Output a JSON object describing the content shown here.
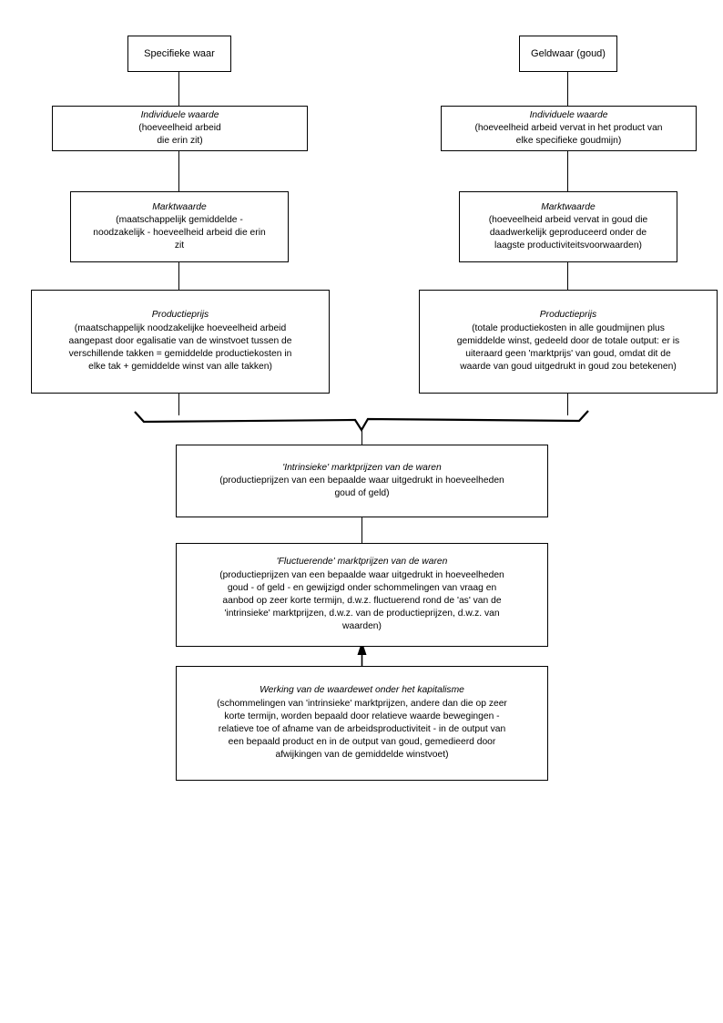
{
  "diagram": {
    "title": "Waardevorming en prijsvorming schema",
    "language": "nl",
    "line_color": "#000000",
    "background": "#ffffff",
    "nodes": [
      {
        "id": "specifieke-waar",
        "heading": "",
        "text": "Specifieke waar"
      },
      {
        "id": "geldwaar",
        "heading": "",
        "text": "Geldwaar (goud)"
      },
      {
        "id": "individuele-waarde-links",
        "heading": "Individuele waarde",
        "text": "(hoeveelheid arbeid\ndie erin zit)"
      },
      {
        "id": "individuele-waarde-rechts",
        "heading": "Individuele waarde",
        "text": "(hoeveelheid arbeid vervat in het product van\nelke specifieke goudmijn)"
      },
      {
        "id": "marktwaarde-links",
        "heading": "Marktwaarde",
        "text": "(maatschappelijk gemiddelde -\nnoodzakelijk - hoeveelheid arbeid die erin\nzit"
      },
      {
        "id": "marktwaarde-rechts",
        "heading": "Marktwaarde",
        "text": "(hoeveelheid arbeid vervat in goud die\ndaadwerkelijk geproduceerd onder de\nlaagste productiviteitsvoorwaarden)"
      },
      {
        "id": "productieprijs-links",
        "heading": "Productieprijs",
        "text": "(maatschappelijk noodzakelijke hoeveelheid arbeid\naangepast door egalisatie van de winstvoet tussen de\nverschillende takken = gemiddelde productiekosten in\nelke tak + gemiddelde winst van alle takken)"
      },
      {
        "id": "productieprijs-rechts",
        "heading": "Productieprijs",
        "text": "(totale productiekosten in alle goudmijnen plus\ngemiddelde winst, gedeeld door de totale output: er is\nuiteraard geen 'marktprijs' van goud, omdat dit de\nwaarde van goud uitgedrukt in goud zou betekenen)"
      },
      {
        "id": "intrinsieke-marktprijzen",
        "heading": "'Intrinsieke' marktprijzen van de waren",
        "text": "(productieprijzen van een bepaalde waar uitgedrukt in hoeveelheden\ngoud of geld)"
      },
      {
        "id": "fluctuerende-marktprijzen",
        "heading": "'Fluctuerende' marktprijzen van de waren",
        "text": "(productieprijzen van een bepaalde waar uitgedrukt in hoeveelheden\ngoud - of geld - en gewijzigd onder schommelingen van vraag en\naanbod op zeer korte termijn, d.w.z. fluctuerend rond de 'as' van de\n'intrinsieke' marktprijzen, d.w.z. van de productieprijzen, d.w.z. van\nwaarden)"
      },
      {
        "id": "werking-waardewet",
        "heading": "Werking van de waardewet onder het kapitalisme",
        "text": "(schommelingen van 'intrinsieke' marktprijzen, andere dan die op zeer\nkorte termijn, worden bepaald door relatieve waarde bewegingen -\nrelatieve toe of afname van de arbeidsproductiviteit - in de output van\neen bepaald product en in de output van goud, gemedieerd door\nafwijkingen van de gemiddelde winstvoet)"
      }
    ],
    "connectors": [
      {
        "id": "specifieke-to-ind-links",
        "type": "line"
      },
      {
        "id": "geldwaar-to-ind-rechts",
        "type": "line"
      },
      {
        "id": "ind-links-to-markt-links",
        "type": "line"
      },
      {
        "id": "ind-rechts-to-markt-rechts",
        "type": "line"
      },
      {
        "id": "markt-links-to-prod-links",
        "type": "line"
      },
      {
        "id": "markt-rechts-to-prod-rechts",
        "type": "line"
      },
      {
        "id": "brace-merge",
        "type": "brace"
      },
      {
        "id": "brace-to-intrinsieke",
        "type": "line"
      },
      {
        "id": "intrinsieke-to-fluctuerende",
        "type": "line"
      },
      {
        "id": "werking-to-fluctuerende",
        "type": "arrow-up"
      }
    ]
  }
}
